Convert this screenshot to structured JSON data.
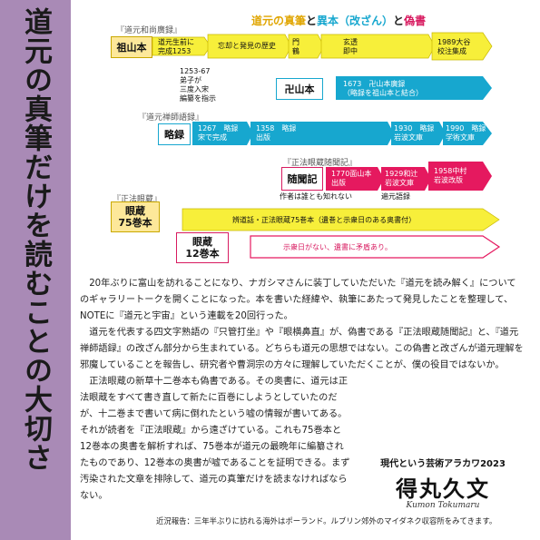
{
  "page_title": "道元の真筆だけを読むことの大切さ",
  "diagram": {
    "title": {
      "part1": "道元の真筆",
      "and1": "と",
      "part2": "異本（改ざん）",
      "and2": "と",
      "part3": "偽書"
    },
    "brackets": {
      "wakasho": "『道元和尚廣録』",
      "zenshi": "『道元禅師語録』",
      "zuimonki": "『正法眼蔵随聞記』",
      "shobo": "『正法眼蔵』"
    },
    "rows": {
      "sozan": {
        "label": "祖山本",
        "segments": [
          "道元生前に\n完成1253",
          "忘却と発見の歴史",
          "門\n鶴",
          "玄透\n即中",
          "1989大谷\n校注集成"
        ],
        "note": "1253-67\n弟子が\n三度入宋\n編纂を指示"
      },
      "manzan": {
        "label": "卍山本",
        "segment": "1673　卍山本廣録\n（略録を祖山本と結合）"
      },
      "ryaku": {
        "label": "略録",
        "segments": [
          "1267　略録\n宋で完成",
          "1358　略録\n出版",
          "1930　略録\n岩波文庫",
          "1990　略録\n学術文庫"
        ]
      },
      "zuimon": {
        "label": "随聞記",
        "segments": [
          "1770面山本\n出版",
          "1929和辻\n岩波文庫",
          "1958中村\n岩波改版"
        ],
        "note_author": "作者は誰とも知れない",
        "note_goroku": "遍元語録"
      },
      "s75": {
        "label": "眼蔵\n75巻本",
        "banner": "辨道話・正法眼蔵75巻本（遺巻と示衆日のある奥書付）"
      },
      "s12": {
        "label": "眼蔵\n12巻本",
        "banner": "示衆日がない、遺書に矛盾あり。"
      }
    }
  },
  "article": {
    "paragraphs": [
      "20年ぶりに富山を訪れることになり、ナガシマさんに装丁していただいた『道元を読み解く』についてのギャラリートークを開くことになった。本を書いた経緯や、執筆にあたって発見したことを整理して、NOTEに『道元と宇宙』という連載を20回行った。",
      "道元を代表する四文字熟語の『只管打坐』や『眼横鼻直』が、偽書である『正法眼蔵随聞記』と、『道元禅師語録』の改ざん部分から生まれている。どちらも道元の思想ではない。この偽書と改ざんが道元理解を邪魔していることを報告し、研究者や曹洞宗の方々に理解していただくことが、僕の役目ではないか。",
      "正法眼蔵の新草十二巻本も偽書である。その奥書に、道元は正法眼蔵をすべて書き直して新たに百巻にしようとしていたのだが、十二巻まで書いて病に倒れたという嘘の情報が書いてある。それが読者を『正法眼蔵』から遠ざけている。これも75巻本と12巻本の奥書を解析すれば、75巻本が道元の最晩年に編纂されたものであり、12巻本の奥書が嘘であることを証明できる。まず汚染された文章を排除して、道元の真筆だけを読まなければならない。"
    ]
  },
  "signature": {
    "label": "現代という芸術アラカワ2023",
    "name": "得丸久文",
    "romaji": "Kumon Tokumaru"
  },
  "footer": "近況報告：三年半ぶりに訪れる海外はポーランド。ルブリン郊外のマイダネク収容所をみてきます。",
  "colors": {
    "sidebar": "#a98ab6",
    "truth_yellow": "#f7ef3a",
    "variant_cyan": "#17a7cf",
    "forgery_pink": "#e5195f",
    "label_yellow": "#fde89a"
  }
}
